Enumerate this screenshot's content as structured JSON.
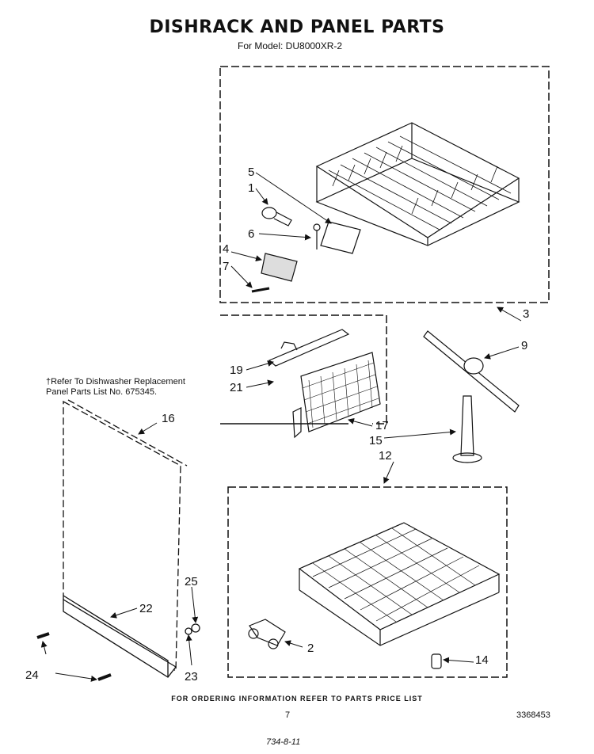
{
  "header": {
    "title": "DISHRACK AND PANEL PARTS",
    "subtitle": "For Model: DU8000XR-2"
  },
  "note": {
    "line1": "†Refer To Dishwasher Replacement",
    "line2": "Panel Parts List No. 675345."
  },
  "callouts": {
    "c1": "1",
    "c2": "2",
    "c3": "3",
    "c4": "4",
    "c5": "5",
    "c6": "6",
    "c7": "7",
    "c9": "9",
    "c12": "12",
    "c14": "14",
    "c15": "15",
    "c16": "16",
    "c17": "17",
    "c19": "19",
    "c21": "21",
    "c22": "22",
    "c23": "23",
    "c24": "24",
    "c25": "25"
  },
  "footer": {
    "ordering": "FOR ORDERING INFORMATION REFER TO PARTS PRICE LIST",
    "page_number": "7",
    "doc_number": "3368453",
    "handwritten": "734-8-11"
  }
}
